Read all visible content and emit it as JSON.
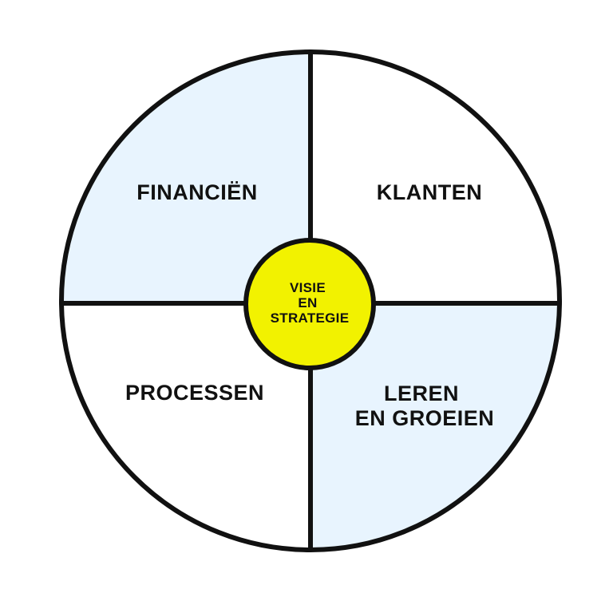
{
  "colors": {
    "outline": "#111111",
    "shaded_quadrant": "#E8F4FE",
    "plain_quadrant": "#FFFFFF",
    "center": "#F2F200"
  },
  "quadrants": {
    "top_left": {
      "lines": [
        "FINANCIËN"
      ],
      "fill": "shaded"
    },
    "top_right": {
      "lines": [
        "KLANTEN"
      ],
      "fill": "plain"
    },
    "bottom_left": {
      "lines": [
        "PROCESSEN"
      ],
      "fill": "plain"
    },
    "bottom_right": {
      "lines": [
        "LEREN",
        "EN GROEIEN"
      ],
      "fill": "shaded"
    }
  },
  "center": {
    "lines": [
      "VISIE",
      "EN",
      "STRATEGIE"
    ]
  }
}
